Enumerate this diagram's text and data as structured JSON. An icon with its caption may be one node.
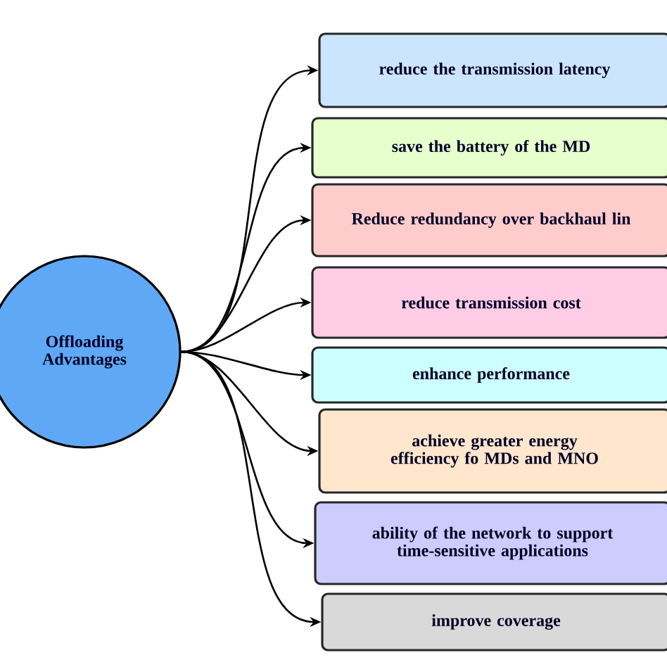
{
  "diagram": {
    "nodes": [
      {
        "text": [
          "Offloading Advantages"
        ]
      },
      {
        "text": [
          "reduce the transmission latency"
        ]
      },
      {
        "text": [
          "save the battery of the MD"
        ]
      },
      {
        "text": [
          "Reduce redundancy over backhaul lin"
        ]
      },
      {
        "text": [
          "reduce transmission cost"
        ]
      },
      {
        "text": [
          "enhance performance"
        ]
      },
      {
        "text": [
          "achieve greater energy efficiency fo MDs and MNO"
        ]
      },
      {
        "text": [
          "ability of the network to support time-sensitive applications"
        ]
      },
      {
        "text": [
          "improve coverage"
        ]
      }
    ],
    "edges": [
      {
        "from": 0,
        "to": 1,
        "arrow": "to"
      },
      {
        "from": 0,
        "to": 2,
        "arrow": "to"
      },
      {
        "from": 0,
        "to": 3,
        "arrow": "to"
      },
      {
        "from": 0,
        "to": 4,
        "arrow": "to"
      },
      {
        "from": 0,
        "to": 5,
        "arrow": "to"
      },
      {
        "from": 0,
        "to": 6,
        "arrow": "to"
      },
      {
        "from": 0,
        "to": 7,
        "arrow": "to"
      },
      {
        "from": 0,
        "to": 8,
        "arrow": "to"
      }
    ]
  }
}
